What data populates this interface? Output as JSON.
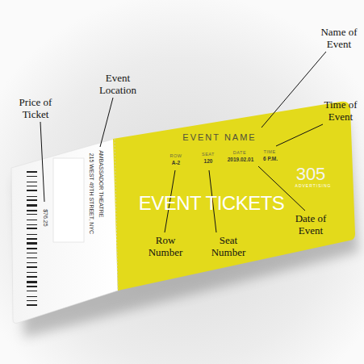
{
  "diagram": {
    "labels": [
      "Name of Event",
      "Time of Event",
      "Price of Ticket",
      "Event Location",
      "EVENT NAME",
      "ROW",
      "A-2",
      "SEAT",
      "120",
      "DATE",
      "2019.02.01",
      "TIME",
      "6 P.M.",
      "AMBASSADOR THEATRE",
      "215 WEST 49TH STREET, NYC",
      "$76.25",
      "EVENT TICKETS",
      "305",
      "ADVERTISING",
      "Date of Event",
      "Row Number",
      "Seat Number"
    ]
  }
}
